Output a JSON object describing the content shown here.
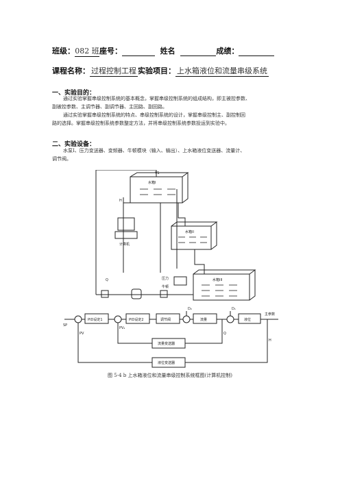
{
  "header": {
    "class_label": "班级：",
    "class_value": "082 班",
    "seat_label": "座号：",
    "name_label": "姓名",
    "grade_label": "成绩：",
    "course_label": "课程名称：",
    "course_value": "过程控制工程",
    "project_label": "实验项目：",
    "project_value": "上水箱液位和流量串级系统"
  },
  "sections": {
    "purpose_title": "一、实验目的：",
    "purpose_p1_l1": "通过实验掌握串级控制系统的基本概念，掌握串级控制系统的组成结构，即主被控参数、",
    "purpose_p1_l2": "副被控参数、主调节器、副调节器、主回路、副回路。",
    "purpose_p2_l1": "通过实验掌握串级控制系统的特点、串级控制系统的设计，掌握串级控制主、副控制回",
    "purpose_p2_l2": "路的选择。掌握串级控制系统参数整定方法，并将串级控制系统参数投运到实验中。",
    "equipment_title": "二、实验设备：",
    "equipment_l1": "水泵Ⅰ、压力变送器、变频器、牛顿模块（输入、输出）、上水箱液位变送器、流量计、",
    "equipment_l2": "调节阀。"
  },
  "diagram": {
    "tank1": "水箱I",
    "tank2": "水箱II",
    "tank3": "水箱III",
    "v_label": "V1",
    "computer": "计算机",
    "h_label": "H",
    "q_label": "Q",
    "pump_label": "压力",
    "pump_sub": "牛顿",
    "d2": "D₂",
    "d1": "D₁",
    "sp": "SP",
    "pid1": "PID设定1",
    "pid2": "PID设定2",
    "valve": "调节阀",
    "flow": "流量",
    "level": "液位",
    "main_var": "主参数",
    "pv1": "PV",
    "pv2": "PV₂",
    "q_out": "Q",
    "h_out": "H",
    "flow_tx": "流量变送器",
    "level_tx": "液位变送器"
  },
  "caption": "图 5-4 b 上水箱液位和流量串级控制系统框图(计算机控制)"
}
